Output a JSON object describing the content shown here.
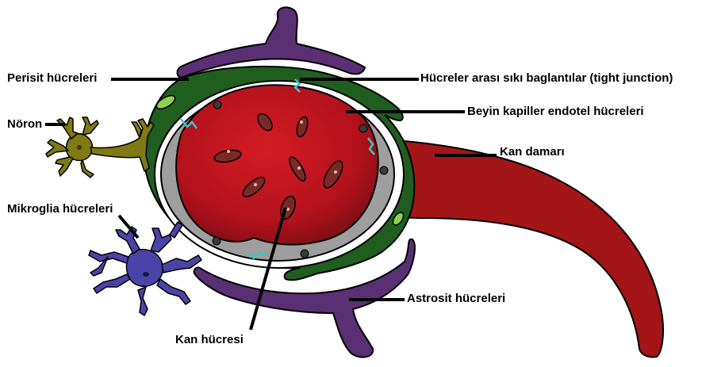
{
  "labels": {
    "pericytes": "Perisit hücreleri",
    "neuron": "Nöron",
    "microglia": "Mikroglia hücreleri",
    "tight_junction": "Hücreler arası sıkı baglantılar (tight junction)",
    "endothelial": "Beyin kapiller endotel hücreleri",
    "blood_vessel": "Kan damarı",
    "astrocytes": "Astrosit hücreleri",
    "blood_cell": "Kan hücresi"
  },
  "colors": {
    "astrocyte": "#5a2f73",
    "pericyte": "#1f5e1f",
    "pericyte_nucleus": "#8fd14f",
    "endothelium": "#9e9e9e",
    "endothelial_nucleus": "#3a3a3a",
    "lumen": "#b3121c",
    "blood_vessel": "#a31516",
    "red_blood_cell": "#7a2a26",
    "tight_junction": "#37c6c8",
    "neuron": "#7f7a12",
    "microglia": "#4c43a8",
    "label_text": "#000000"
  }
}
